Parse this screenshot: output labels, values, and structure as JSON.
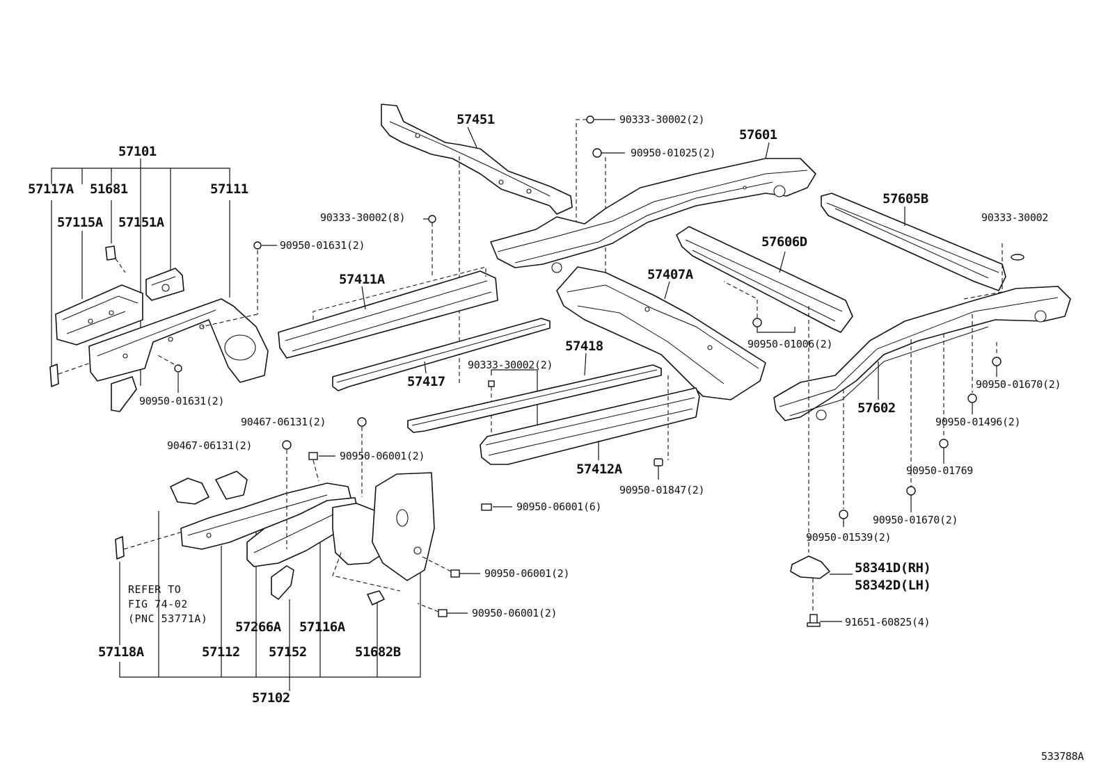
{
  "diagram": {
    "figure_code": "533788A",
    "note": [
      "REFER TO",
      "FIG 74-02",
      "(PNC 53771A)"
    ]
  },
  "labels": {
    "l57101": "57101",
    "l57117A": "57117A",
    "l51681": "51681",
    "l57111": "57111",
    "l57115A": "57115A",
    "l57151A": "57151A",
    "l90950_01631_a": "90950-01631(2)",
    "l90950_01631_b": "90950-01631(2)",
    "l57451": "57451",
    "l90333_30002_8": "90333-30002(8)",
    "l57411A": "57411A",
    "l57417": "57417",
    "l90333_30002_2a": "90333-30002(2)",
    "l90950_01025": "90950-01025(2)",
    "l57601": "57601",
    "l57605B": "57605B",
    "l90333_30002": "90333-30002",
    "l57606D": "57606D",
    "l57407A": "57407A",
    "l90950_01006": "90950-01006(2)",
    "l90333_30002_2b": "90333-30002(2)",
    "l57418": "57418",
    "l57602": "57602",
    "l90950_01670_a": "90950-01670(2)",
    "l90950_01496": "90950-01496(2)",
    "l90950_01769": "90950-01769",
    "l90950_01670_b": "90950-01670(2)",
    "l90950_01539": "90950-01539(2)",
    "l58341D": "58341D(RH)",
    "l58342D": "58342D(LH)",
    "l91651": "91651-60825(4)",
    "l90467_a": "90467-06131(2)",
    "l90467_b": "90467-06131(2)",
    "l90950_06001_a": "90950-06001(2)",
    "l57412A": "57412A",
    "l90950_01847": "90950-01847(2)",
    "l90950_06001_6": "90950-06001(6)",
    "l90950_06001_b": "90950-06001(2)",
    "l90950_06001_c": "90950-06001(2)",
    "l57118A": "57118A",
    "l57112": "57112",
    "l57266A": "57266A",
    "l57152": "57152",
    "l57116A": "57116A",
    "l51682B": "51682B",
    "l57102": "57102"
  }
}
